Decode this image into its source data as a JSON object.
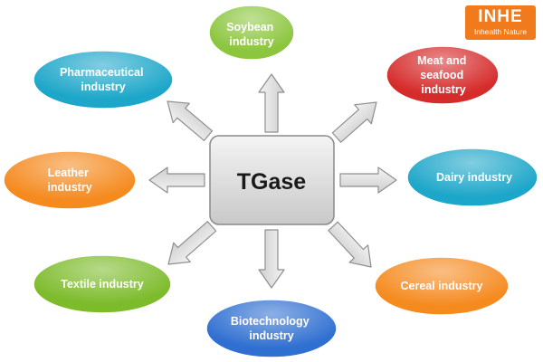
{
  "center": {
    "label": "TGase"
  },
  "nodes": {
    "soybean": {
      "lines": [
        "Soybean",
        "industry"
      ],
      "color": "#8cc63f"
    },
    "meat": {
      "lines": [
        "Meat and",
        "seafood",
        "industry"
      ],
      "color": "#d62b2b"
    },
    "dairy": {
      "lines": [
        "Dairy industry"
      ],
      "color": "#1ca6c9"
    },
    "cereal": {
      "lines": [
        "Cereal industry"
      ],
      "color": "#f58a1f"
    },
    "biotech": {
      "lines": [
        "Biotechnology",
        "industry"
      ],
      "color": "#2f6fd1"
    },
    "textile": {
      "lines": [
        "Textile industry"
      ],
      "color": "#7cbb2a"
    },
    "leather": {
      "lines": [
        "Leather",
        "industry"
      ],
      "color": "#f58a1f"
    },
    "pharma": {
      "lines": [
        "Pharmaceutical",
        "industry"
      ],
      "color": "#1ca6c9"
    }
  },
  "logo": {
    "mark": "INHE",
    "tagline": "Inhealth Nature",
    "color": "#f07a1c"
  }
}
